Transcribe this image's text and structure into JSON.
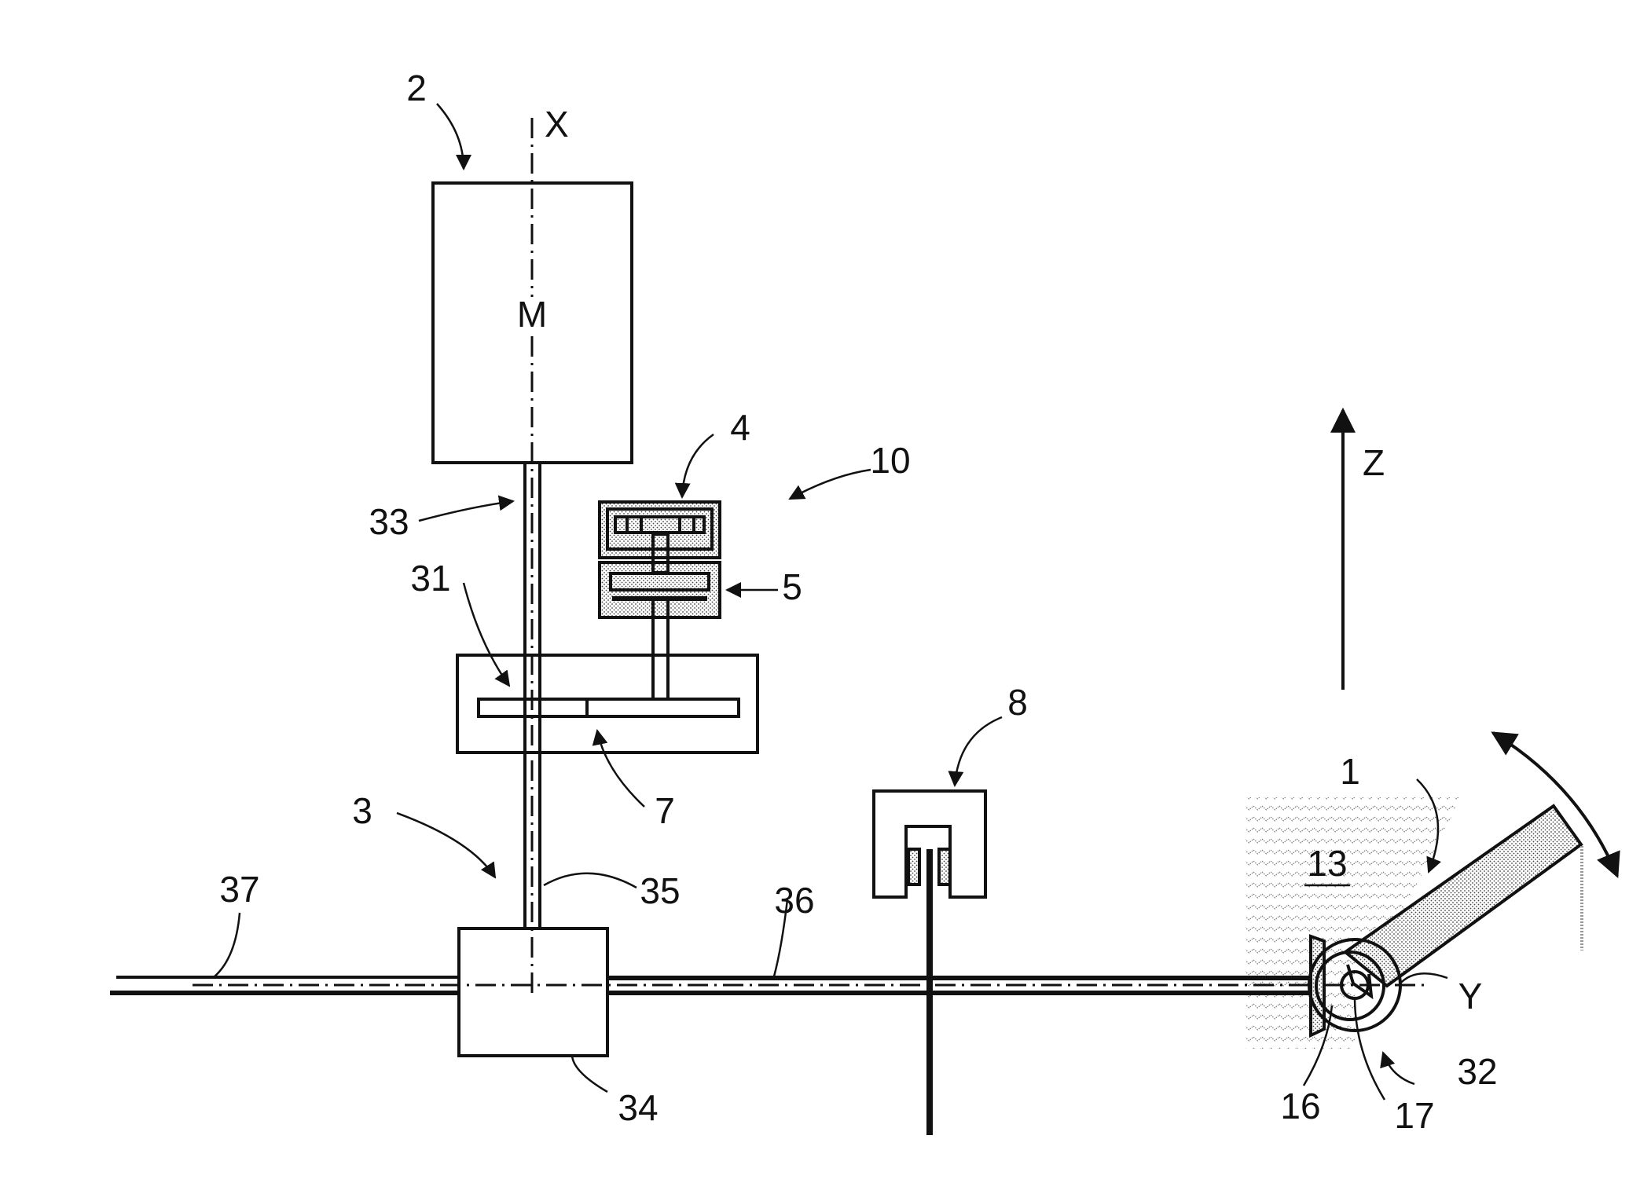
{
  "figure": {
    "type": "patent mechanical schematic",
    "colors": {
      "ink": "#111111",
      "background": "#ffffff",
      "stipple": "#b8b8b8"
    },
    "axes": {
      "x": "X",
      "y": "Y",
      "z": "Z"
    },
    "motor_text": "M",
    "reference_numerals": {
      "paddle": "1",
      "motor_unit": "2",
      "transmission": "3",
      "unit_4": "4",
      "unit_5": "5",
      "gear_stage": "7",
      "support": "8",
      "assembly": "10",
      "medium": "13",
      "part_16": "16",
      "part_17": "17",
      "gear_31": "31",
      "joint_32": "32",
      "motor_shaft": "33",
      "gearbox": "34",
      "shaft_35": "35",
      "shaft_36": "36",
      "shaft_37": "37"
    }
  }
}
